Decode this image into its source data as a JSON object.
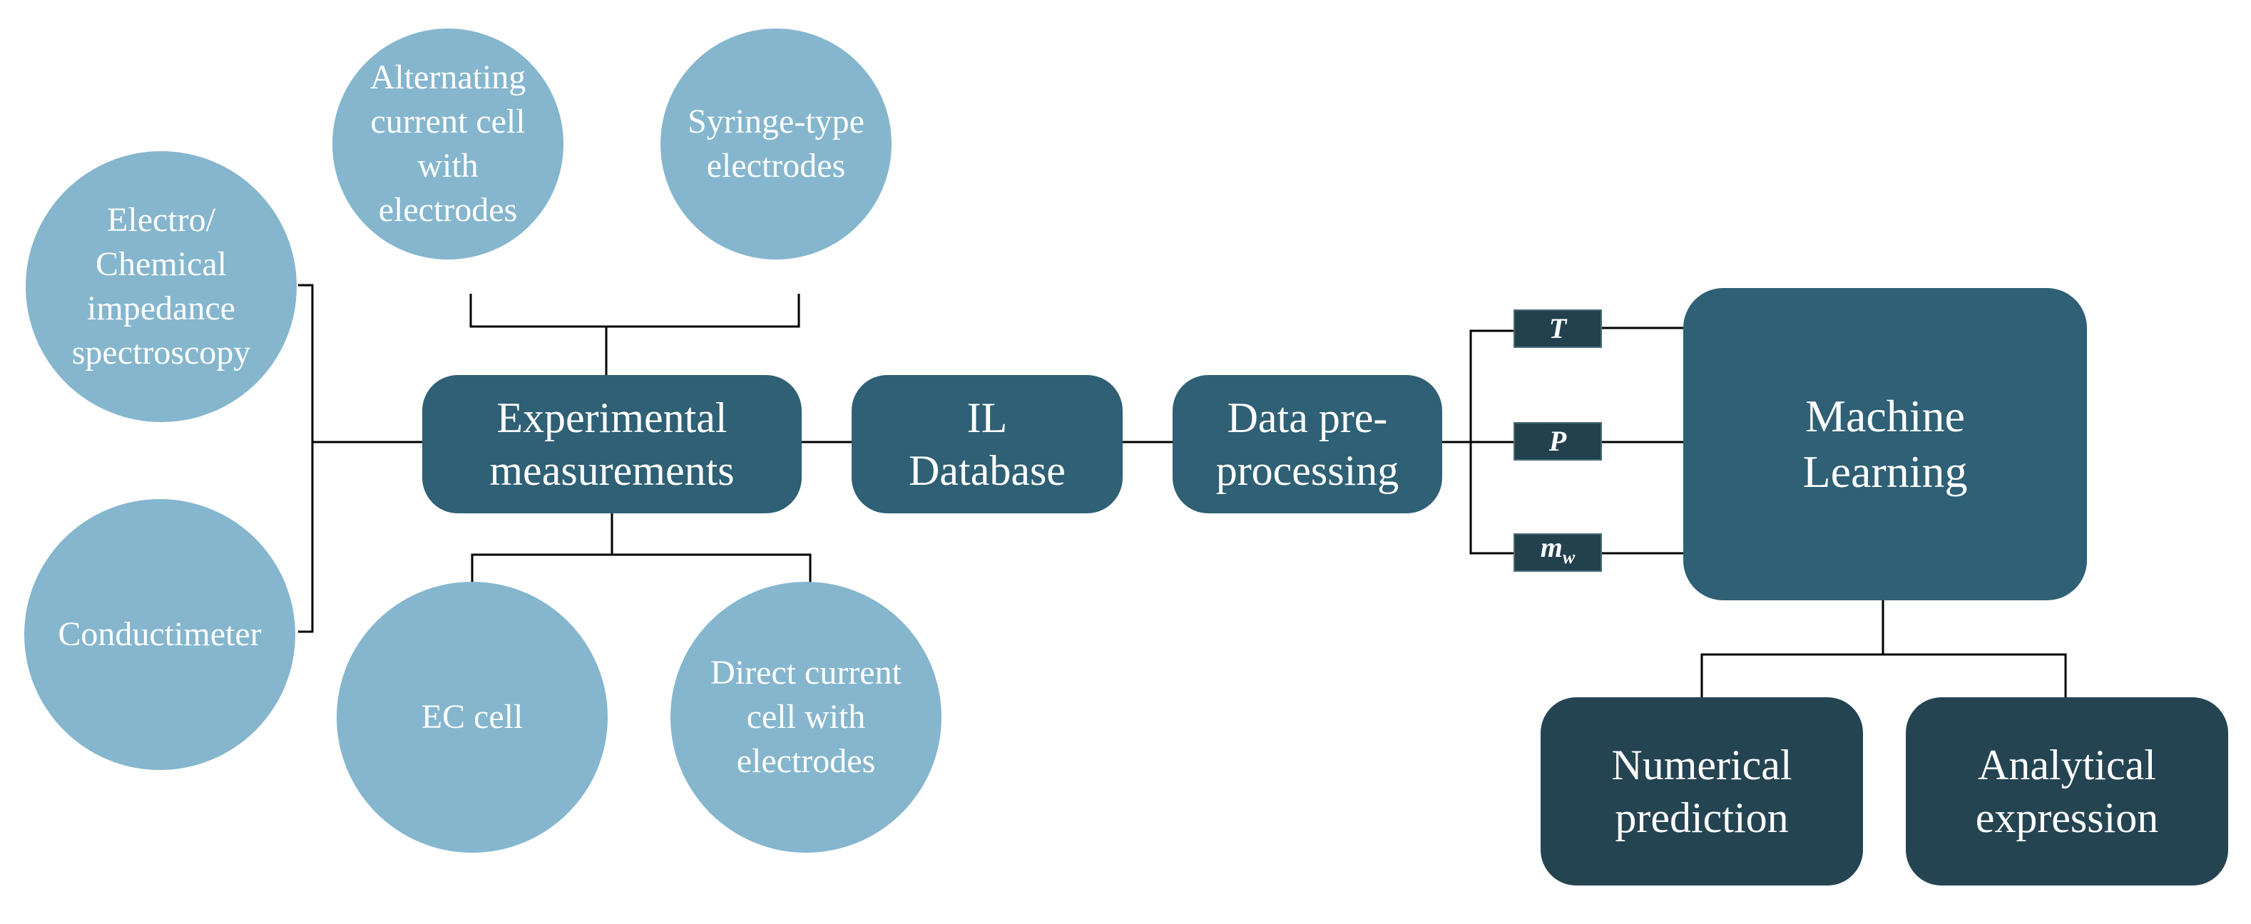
{
  "colors": {
    "circle_fill": "#85b6ce",
    "box_fill": "#2f6075",
    "output_fill": "#254452",
    "tag_fill": "#23404d",
    "text": "#ffffff",
    "connector": "#000000"
  },
  "methods": {
    "ac_cell": [
      "Alternating",
      "current cell",
      "with",
      "electrodes"
    ],
    "syringe": [
      "Syringe-type",
      "electrodes"
    ],
    "eis": [
      "Electro/",
      "Chemical",
      "impedance",
      "spectroscopy"
    ],
    "conductimeter": [
      "Conductimeter"
    ],
    "ec_cell": [
      "EC cell"
    ],
    "dc_cell": [
      "Direct current",
      "cell with",
      "electrodes"
    ]
  },
  "pipeline": {
    "experimental": [
      "Experimental",
      "measurements"
    ],
    "il_database": [
      "IL",
      "Database"
    ],
    "preprocessing": [
      "Data pre-",
      "processing"
    ],
    "machine_learning": [
      "Machine",
      "Learning"
    ]
  },
  "inputs": {
    "temperature": "T",
    "pressure": "P",
    "water_main": "m",
    "water_sub": "w"
  },
  "outputs": {
    "numerical": [
      "Numerical",
      "prediction"
    ],
    "analytical": [
      "Analytical",
      "expression"
    ]
  }
}
